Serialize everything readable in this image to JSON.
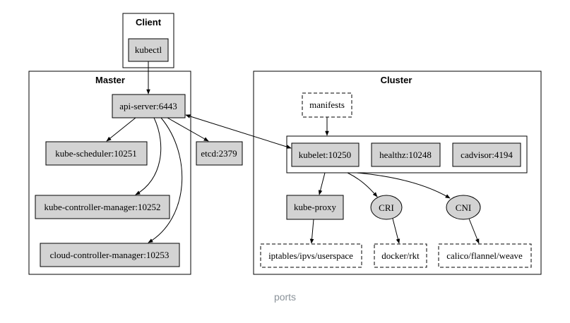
{
  "clusters": {
    "client": "Client",
    "master": "Master",
    "cluster": "Cluster"
  },
  "nodes": {
    "kubectl": "kubectl",
    "api_server": "api-server:6443",
    "kube_scheduler": "kube-scheduler:10251",
    "kube_controller_manager": "kube-controller-manager:10252",
    "cloud_controller_manager": "cloud-controller-manager:10253",
    "etcd": "etcd:2379",
    "manifests": "manifests",
    "kubelet": "kubelet:10250",
    "healthz": "healthz:10248",
    "cadvisor": "cadvisor:4194",
    "kube_proxy": "kube-proxy",
    "cri": "CRI",
    "cni": "CNI",
    "iptables": "iptables/ipvs/userspace",
    "docker": "docker/rkt",
    "calico": "calico/flannel/weave"
  },
  "colors": {
    "node_fill": "#d3d3d3",
    "stroke": "#000000",
    "caption": "#8a9299"
  },
  "caption": "ports"
}
